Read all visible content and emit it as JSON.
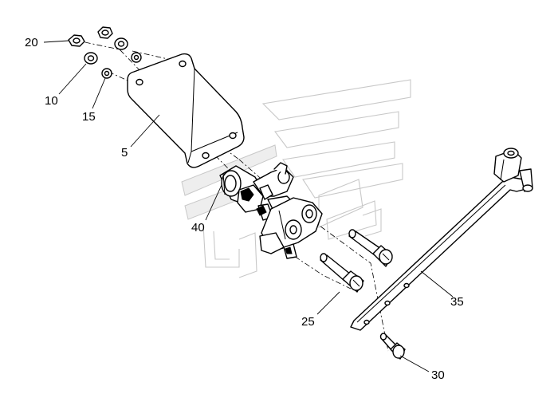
{
  "diagram": {
    "callouts": {
      "c20": "20",
      "c10": "10",
      "c15": "15",
      "c5": "5",
      "c40": "40",
      "c25": "25",
      "c35": "35",
      "c30": "30"
    }
  }
}
